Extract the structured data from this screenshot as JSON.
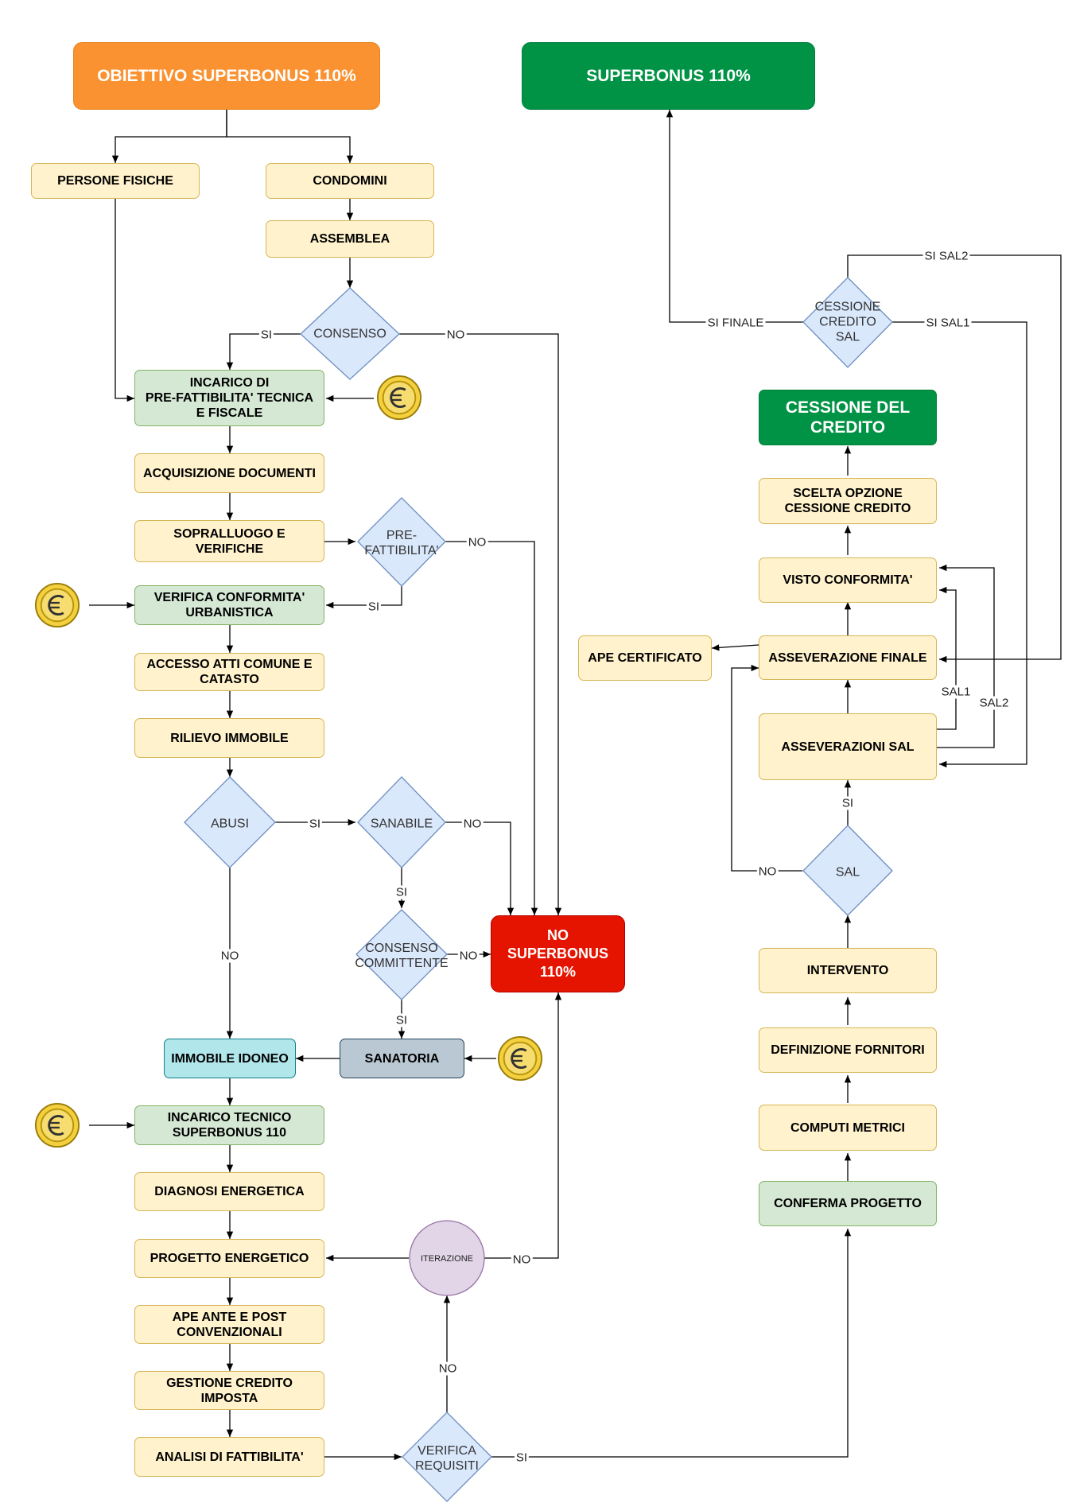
{
  "colors": {
    "orange": "#fa9231",
    "dark_green": "#009345",
    "yellow_fill": "#fff2cc",
    "green_fill": "#d5e8d4",
    "diamond_fill": "#dae8fc",
    "red": "#e51400",
    "cyan_fill": "#b1e6ea",
    "grey_fill": "#bac8d3",
    "purple_fill": "#e1d5e7",
    "coin_gold": "#f4d03f"
  },
  "nodes": {
    "obiettivo": "OBIETTIVO SUPERBONUS 110%",
    "superbonus": "SUPERBONUS 110%",
    "persone_fisiche": "PERSONE FISICHE",
    "condomini": "CONDOMINI",
    "assemblea": "ASSEMBLEA",
    "consenso": "CONSENSO",
    "incarico_prefatt": "INCARICO DI\nPRE-FATTIBILITA' TECNICA\nE FISCALE",
    "acquisizione": "ACQUISIZIONE DOCUMENTI",
    "sopralluogo": "SOPRALLUOGO E\nVERIFICHE",
    "prefatt": "PRE-\nFATTIBILITA'",
    "verifica_conf": "VERIFICA CONFORMITA'\nURBANISTICA",
    "accesso": "ACCESSO ATTI COMUNE E\nCATASTO",
    "rilievo": "RILIEVO IMMOBILE",
    "abusi": "ABUSI",
    "sanabile": "SANABILE",
    "consenso_comm": "CONSENSO\nCOMMITTENTE",
    "no_superbonus": "NO\nSUPERBONUS\n110%",
    "immobile_idoneo": "IMMOBILE IDONEO",
    "sanatoria": "SANATORIA",
    "incarico_tecnico": "INCARICO TECNICO\nSUPERBONUS 110",
    "diagnosi": "DIAGNOSI ENERGETICA",
    "progetto": "PROGETTO ENERGETICO",
    "iterazione": "ITERAZIONE",
    "ape_ante": "APE ANTE E POST\nCONVENZIONALI",
    "gestione": "GESTIONE CREDITO\nIMPOSTA",
    "analisi": "ANALISI DI FATTIBILITA'",
    "verifica_req": "VERIFICA\nREQUISITI",
    "conferma": "CONFERMA PROGETTO",
    "computi": "COMPUTI METRICI",
    "definizione": "DEFINIZIONE FORNITORI",
    "intervento": "INTERVENTO",
    "sal": "SAL",
    "asseverazioni_sal": "ASSEVERAZIONI SAL",
    "asseverazione_finale": "ASSEVERAZIONE FINALE",
    "ape_cert": "APE CERTIFICATO",
    "visto": "VISTO CONFORMITA'",
    "scelta": "SCELTA OPZIONE\nCESSIONE CREDITO",
    "cessione": "CESSIONE DEL\nCREDITO",
    "cessione_sal": "CESSIONE\nCREDITO\nSAL"
  },
  "edge_labels": {
    "consenso_si": "SI",
    "consenso_no": "NO",
    "prefatt_no": "NO",
    "prefatt_si": "SI",
    "abusi_si": "SI",
    "abusi_no": "NO",
    "sanabile_no": "NO",
    "sanabile_si": "SI",
    "consenso_comm_no": "NO",
    "consenso_comm_si": "SI",
    "iterazione_no": "NO",
    "verifica_no": "NO",
    "verifica_si": "SI",
    "sal_si": "SI",
    "sal_no": "NO",
    "sal1": "SAL1",
    "sal2": "SAL2",
    "si_finale": "SI FINALE",
    "si_sal1": "SI SAL1",
    "si_sal2": "SI SAL2"
  },
  "icons": [
    "euro-coin-icon"
  ]
}
